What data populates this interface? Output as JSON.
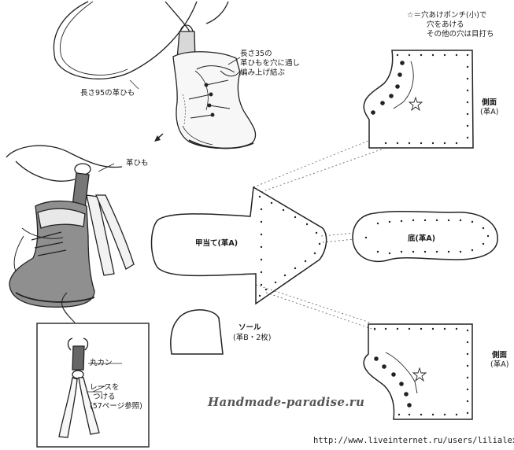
{
  "notes": {
    "line1": "☆＝穴あけポンチ(小)で",
    "line2": "穴をあける",
    "line3": "その他の穴は目打ち"
  },
  "labels": {
    "lace_note_1": "長さ35の",
    "lace_note_2": "革ひもを穴に通し",
    "lace_note_3": "編み上げ結ぶ",
    "cord_95": "長さ95の革ひも",
    "cord": "革ひも",
    "side": "側面",
    "side_material": "(革A)",
    "tongue": "甲当て(革A)",
    "sole": "底(革A)",
    "heel_sole": "ソール",
    "heel_sole_material": "(革B・2枚)",
    "jump_ring": "丸カン",
    "attach_lace": "レースを",
    "attach": "つける",
    "page_ref": "(57ページ参照)"
  },
  "watermark": "Handmade-paradise.ru",
  "source_url": "http://www.liveinternet.ru/users/lilialex/"
}
